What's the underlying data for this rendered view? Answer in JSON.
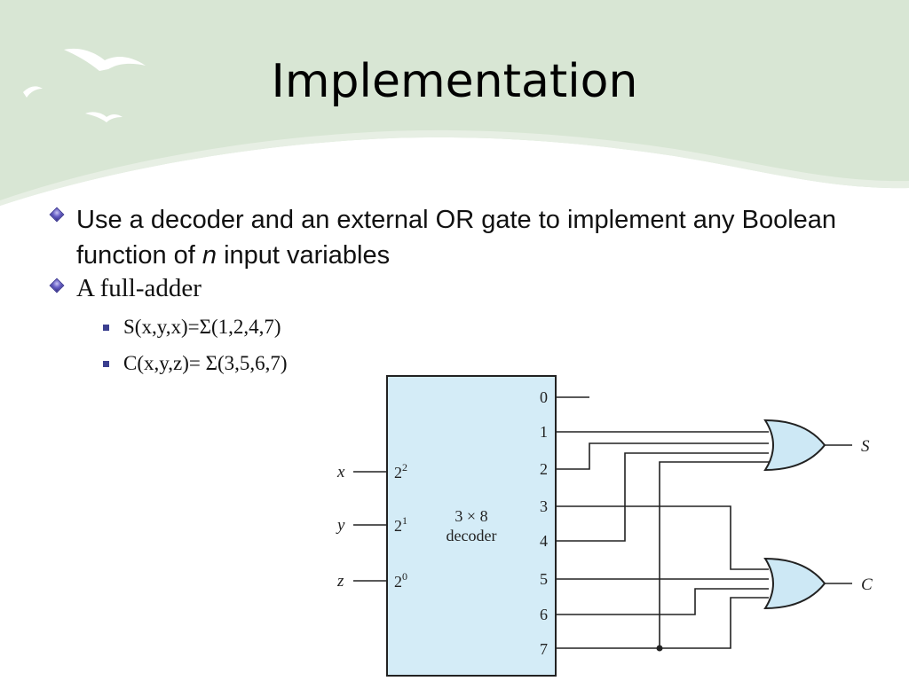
{
  "slide": {
    "title": "Implementation",
    "bullets": [
      {
        "pre": "Use a decoder and an external OR gate to implement any Boolean function of ",
        "em": "n",
        "post": " input variables"
      },
      {
        "text": "A full-adder"
      }
    ],
    "sub_bullets": [
      "S(x,y,x)=Σ(1,2,4,7)",
      "C(x,y,z)= Σ(3,5,6,7)"
    ]
  },
  "circuit": {
    "decoder_label_line1": "3 × 8",
    "decoder_label_line2": "decoder",
    "inputs": [
      {
        "var": "x",
        "weight": "2",
        "exp": "2"
      },
      {
        "var": "y",
        "weight": "2",
        "exp": "1"
      },
      {
        "var": "z",
        "weight": "2",
        "exp": "0"
      }
    ],
    "outputs": [
      "0",
      "1",
      "2",
      "3",
      "4",
      "5",
      "6",
      "7"
    ],
    "sum_output": "S",
    "carry_output": "C",
    "colors": {
      "decoder_fill": "#d4ecf7",
      "gate_fill": "#cde8f5",
      "stroke": "#222222"
    }
  }
}
